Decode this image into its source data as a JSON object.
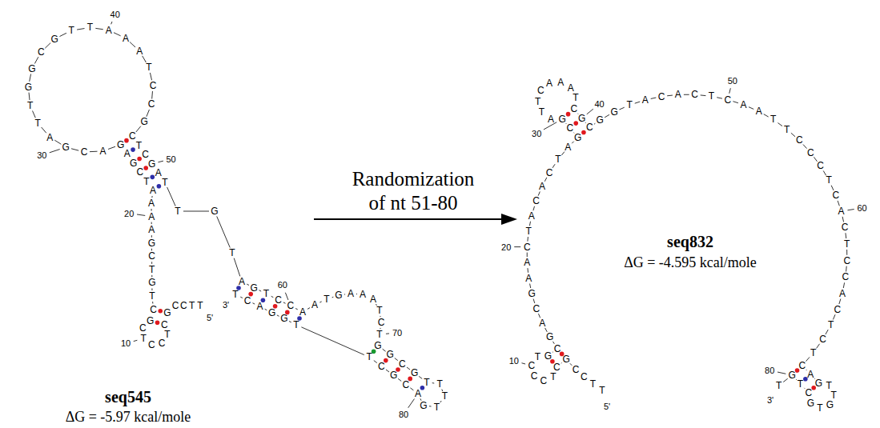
{
  "diagram": {
    "labels": [
      "seq545",
      "ΔG = -5.97 kcal/mole",
      "Randomization",
      "of nt 51-80",
      "seq832",
      "ΔG = -4.595 kcal/mole",
      "5'",
      "3'",
      "5'",
      "3'",
      "10",
      "20",
      "30",
      "40",
      "50",
      "60",
      "70",
      "80",
      "10",
      "20",
      "30",
      "40",
      "50",
      "60",
      "80",
      "T",
      "T",
      "C",
      "C",
      "G",
      "C",
      "T",
      "C",
      "C",
      "T",
      "C",
      "G",
      "C",
      "T",
      "G",
      "T",
      "C",
      "G",
      "A",
      "A",
      "A",
      "A",
      "T",
      "C",
      "G",
      "A",
      "G",
      "A",
      "C",
      "G",
      "A",
      "T",
      "T",
      "G",
      "G",
      "C",
      "G",
      "T",
      "T",
      "A",
      "A",
      "A",
      "T",
      "C",
      "C",
      "G",
      "C",
      "T",
      "C",
      "G",
      "A",
      "T",
      "T",
      "G",
      "T",
      "A",
      "G",
      "T",
      "C",
      "C",
      "A",
      "A",
      "T",
      "G",
      "A",
      "A",
      "A",
      "T",
      "C",
      "T",
      "G",
      "G",
      "C",
      "G",
      "T",
      "T",
      "T",
      "T",
      "G",
      "A",
      "C",
      "G",
      "C",
      "T",
      "T",
      "G",
      "G",
      "A",
      "C",
      "T",
      "T",
      "T",
      "C",
      "C",
      "G",
      "C",
      "T",
      "C",
      "C",
      "C",
      "T",
      "G",
      "C",
      "G",
      "A",
      "C",
      "G",
      "A",
      "A",
      "C",
      "T",
      "A",
      "C",
      "A",
      "C",
      "T",
      "A",
      "G",
      "C",
      "G",
      "A",
      "T",
      "T",
      "C",
      "A",
      "A",
      "A",
      "T",
      "C",
      "G",
      "C",
      "G",
      "G",
      "T",
      "A",
      "C",
      "A",
      "C",
      "T",
      "C",
      "A",
      "A",
      "T",
      "T",
      "C",
      "C",
      "C",
      "T",
      "C",
      "A",
      "C",
      "T",
      "C",
      "C",
      "A",
      "C",
      "T",
      "C",
      "T",
      "C",
      "A",
      "G",
      "T",
      "T",
      "G",
      "T",
      "G",
      "C",
      "T",
      "G",
      "T"
    ]
  }
}
